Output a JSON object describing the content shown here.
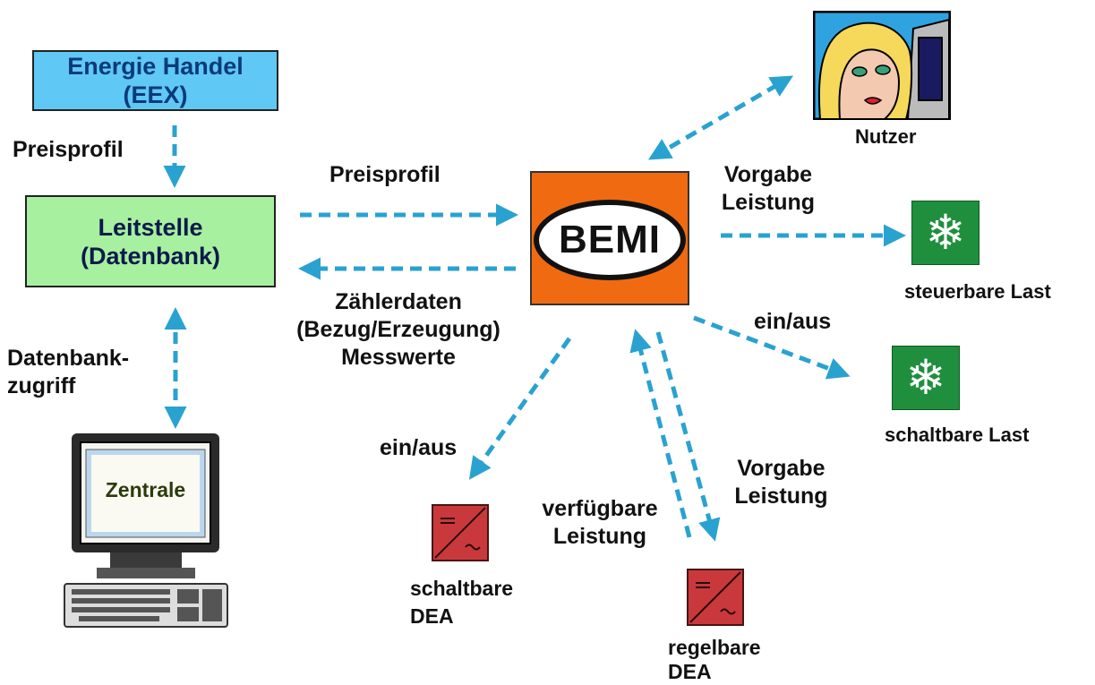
{
  "boxes": {
    "energie_handel": "Energie Handel\n(EEX)",
    "leitstelle": "Leitstelle\n(Datenbank)",
    "zentrale": "Zentrale",
    "bemi": "BEMI"
  },
  "labels": {
    "preisprofil_left": "Preisprofil",
    "preisprofil_top": "Preisprofil",
    "zaehlerdaten": "Zählerdaten\n(Bezug/Erzeugung)\nMesswerte",
    "datenbankzugriff": "Datenbank-\nzugriff",
    "nutzer": "Nutzer",
    "vorgabe_leistung_top": "Vorgabe\nLeistung",
    "steuerbare_last": "steuerbare Last",
    "ein_aus_right": "ein/aus",
    "schaltbare_last": "schaltbare Last",
    "ein_aus_left": "ein/aus",
    "schaltbare_dea": "schaltbare\nDEA",
    "verfuegbare_leistung": "verfügbare\nLeistung",
    "vorgabe_leistung_bottom": "Vorgabe\nLeistung",
    "regelbare_dea": "regelbare\nDEA"
  },
  "icons": {
    "user": "user-at-computer-icon",
    "snowflake": "snowflake-icon",
    "inverter": "inverter-icon",
    "computer": "computer-terminal-icon"
  },
  "colors": {
    "arrow": "#2aa2d0",
    "energie_handel": "#5fc8f5",
    "leitstelle": "#a7f0a0",
    "bemi": "#f06a12",
    "load": "#1f8f3e",
    "dea": "#c9393c"
  }
}
